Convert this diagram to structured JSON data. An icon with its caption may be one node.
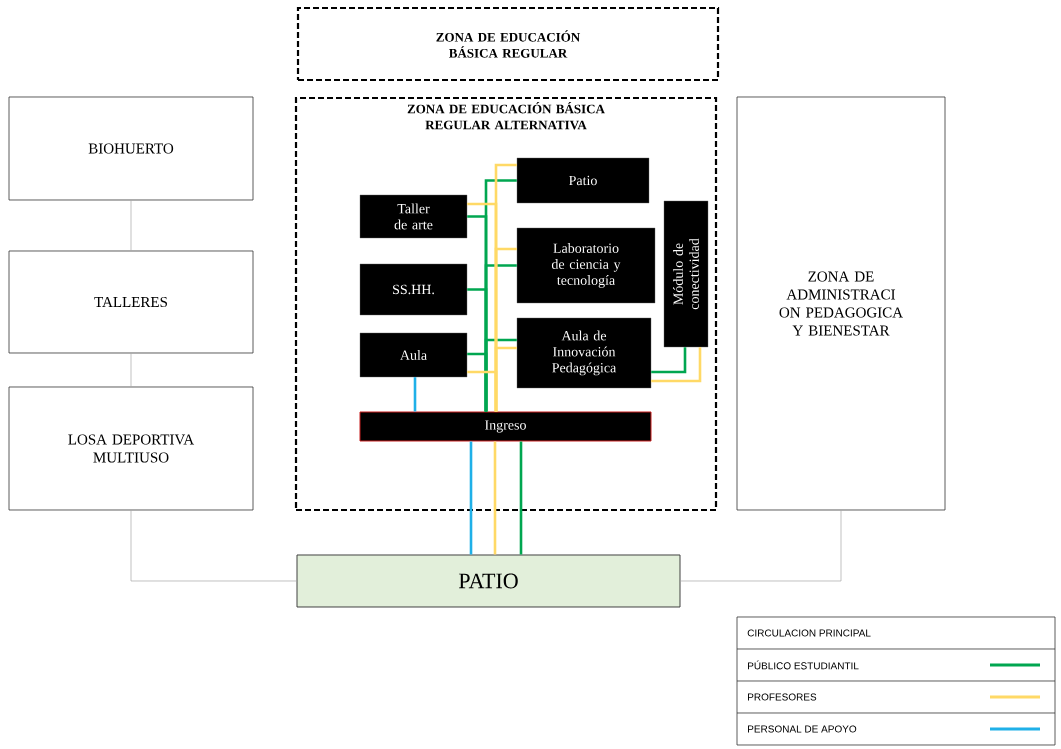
{
  "diagram": {
    "nodes": [
      {
        "text": [
          "BIOHUERTO"
        ]
      },
      {
        "text": [
          "TALLERES"
        ]
      },
      {
        "text": [
          "LOSA DEPORTIVA MULTIUSO"
        ]
      },
      {
        "text": [
          "ZONA DE EDUCACIÓN BÁSICA REGULAR"
        ]
      },
      {
        "text": [
          "ZONA DE EDUCACIÓN BÁSICA REGULAR ALTERNATIVA"
        ]
      },
      {
        "text": [
          "Taller de arte"
        ],
        "in": 4
      },
      {
        "text": [
          "SS.HH."
        ],
        "in": 4
      },
      {
        "text": [
          "Aula"
        ],
        "in": 4
      },
      {
        "text": [
          "Patio"
        ],
        "in": 4
      },
      {
        "text": [
          "Laboratorio de ciencia y tecnología"
        ],
        "in": 4
      },
      {
        "text": [
          "Aula de Innovación Pedagógica"
        ],
        "in": 4
      },
      {
        "text": [
          "Módulo de conectividad"
        ],
        "in": 4
      },
      {
        "text": [
          "Ingreso"
        ],
        "in": 4
      },
      {
        "text": [
          "ZONA DE ADMINISTRACI ON PEDAGOGICA Y BIENESTAR"
        ]
      },
      {
        "text": [
          "PATIO"
        ]
      }
    ],
    "edges": [
      {
        "from": 0,
        "to": 1,
        "arrow": "none",
        "color": "#a6a6a6"
      },
      {
        "from": 1,
        "to": 2,
        "arrow": "none",
        "color": "#a6a6a6"
      },
      {
        "from": 2,
        "to": 14,
        "arrow": "none",
        "color": "#a6a6a6"
      },
      {
        "from": 13,
        "to": 14,
        "arrow": "none",
        "color": "#a6a6a6"
      },
      {
        "from": 12,
        "to": 8,
        "arrow": "none"
      },
      {
        "from": 12,
        "to": 5,
        "arrow": "none"
      },
      {
        "from": 12,
        "to": 9,
        "arrow": "none"
      },
      {
        "from": 12,
        "to": 6,
        "arrow": "none"
      },
      {
        "from": 12,
        "to": 10,
        "arrow": "none"
      },
      {
        "from": 12,
        "to": 7,
        "arrow": "none"
      },
      {
        "from": 12,
        "to": 8,
        "arrow": "none",
        "color": "#ffd966"
      },
      {
        "from": 12,
        "to": 5,
        "arrow": "none",
        "color": "#ffd966"
      },
      {
        "from": 12,
        "to": 9,
        "arrow": "none",
        "color": "#ffd966"
      },
      {
        "from": 12,
        "to": 10,
        "arrow": "none",
        "color": "#ffd966"
      },
      {
        "from": 12,
        "to": 7,
        "arrow": "none",
        "color": "#ffd966"
      },
      {
        "from": 10,
        "to": 11,
        "arrow": "none"
      },
      {
        "from": 10,
        "to": 11,
        "arrow": "none",
        "color": "#ffd966"
      },
      {
        "from": 7,
        "to": 12,
        "arrow": "none",
        "color": "#1fb0e8"
      },
      {
        "from": 12,
        "to": 14,
        "arrow": "none",
        "color": "#1fb0e8"
      },
      {
        "from": 12,
        "to": 14,
        "arrow": "none",
        "color": "#ffd966"
      },
      {
        "from": 12,
        "to": 14,
        "arrow": "none"
      }
    ],
    "labels": [
      "CIRCULACION PRINCIPAL"
    ],
    "legend": [
      {
        "text": "PÚBLICO ESTUDIANTIL",
        "color": "#00a650"
      },
      {
        "text": "PROFESORES",
        "color": "#ffd966"
      },
      {
        "text": "PERSONAL DE APOYO",
        "color": "#1fb0e8"
      }
    ]
  }
}
